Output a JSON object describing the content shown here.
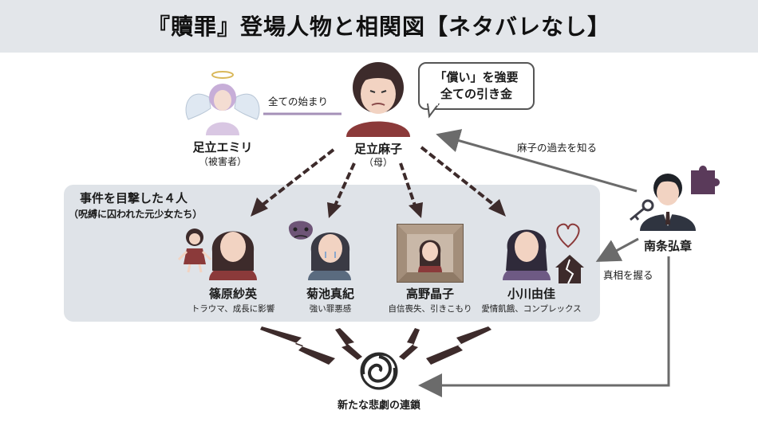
{
  "title": "『贖罪』登場人物と相関図【ネタバレなし】",
  "colors": {
    "maroon": "#8b3a3a",
    "dark": "#3d2b2b",
    "panel": "#dfe3e8",
    "title_bar": "#e3e6ea",
    "line": "#6b6b6b",
    "lavender": "#a590b8"
  },
  "bubble": {
    "line1": "「償い」を強要",
    "line2": "全ての引き金"
  },
  "link_start": "全ての始まり",
  "emiri": {
    "name": "足立エミリ",
    "role": "（被害者）"
  },
  "asako": {
    "name": "足立麻子",
    "role": "（母）"
  },
  "panel": {
    "title": "事件を目撃した４人",
    "subtitle": "（呪縛に囚われた元少女たち）"
  },
  "girls": [
    {
      "name": "篠原紗英",
      "desc": "トラウマ、成長に影響"
    },
    {
      "name": "菊池真紀",
      "desc": "強い罪悪感"
    },
    {
      "name": "高野晶子",
      "desc": "自信喪失、引きこもり"
    },
    {
      "name": "小川由佳",
      "desc": "愛情飢餓、コンプレックス"
    }
  ],
  "nanjo": {
    "name": "南条弘章",
    "know_past": "麻子の過去を知る",
    "grasp_truth": "真相を握る"
  },
  "chain": {
    "label": "新たな悲劇の連鎖"
  },
  "icons": [
    "angel-icon",
    "doll-icon",
    "drama-mask-icon",
    "closed-room-icon",
    "heart-icon",
    "broken-house-icon",
    "key-icon",
    "puzzle-piece-icon",
    "spiral-vortex-icon",
    "lightning-icon",
    "chain-arrow-icon"
  ]
}
